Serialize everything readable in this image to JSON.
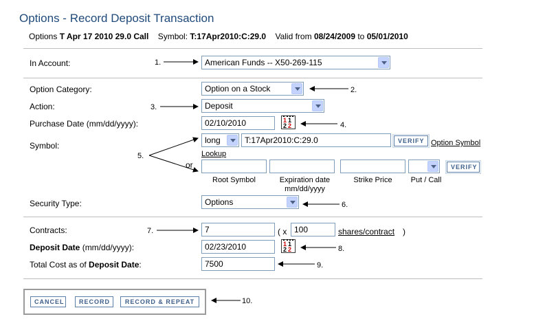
{
  "header": {
    "title": "Options - Record Deposit Transaction",
    "options_prefix": "Options",
    "option_name": "T Apr 17 2010 29.0 Call",
    "symbol_label": "Symbol:",
    "symbol_value": "T:17Apr2010:C:29.0",
    "valid_from_label": "Valid from",
    "valid_from": "08/24/2009",
    "to_label": "to",
    "valid_to": "05/01/2010"
  },
  "account": {
    "label": "In Account:",
    "value": "American Funds -- X50-269-115"
  },
  "option_category": {
    "label": "Option Category:",
    "value": "Option on a Stock"
  },
  "action": {
    "label": "Action:",
    "value": "Deposit"
  },
  "purchase_date": {
    "label": "Purchase Date (mm/dd/yyyy):",
    "value": "02/10/2010"
  },
  "symbol": {
    "label": "Symbol:",
    "position": "long",
    "value": "T:17Apr2010:C:29.0",
    "verify": "VERIFY",
    "lookup_link_1": "Option Symbol",
    "lookup_link_2": "Lookup",
    "or": "or",
    "root_symbol": "",
    "expiration": "",
    "strike": "",
    "put_call": "",
    "cap_root": "Root Symbol",
    "cap_exp_1": "Expiration date",
    "cap_exp_2": "mm/dd/yyyy",
    "cap_strike": "Strike Price",
    "cap_putcall": "Put / Call",
    "verify2": "VERIFY"
  },
  "security_type": {
    "label": "Security Type:",
    "value": "Options"
  },
  "contracts": {
    "label": "Contracts:",
    "value": "7",
    "x_open": "( x",
    "shares": "100",
    "shares_link": "shares/contract",
    "close": ")"
  },
  "deposit_date": {
    "label_bold": "Deposit Date",
    "label_rest": " (mm/dd/yyyy):",
    "value": "02/23/2010"
  },
  "total_cost": {
    "label_pre": "Total Cost as of ",
    "label_bold": "Deposit Date",
    "label_post": ":",
    "value": "7500"
  },
  "buttons": {
    "cancel": "CANCEL",
    "record": "RECORD",
    "record_repeat": "RECORD & REPEAT"
  },
  "annotations": {
    "a1": "1.",
    "a2": "2.",
    "a3": "3.",
    "a4": "4.",
    "a5": "5.",
    "a6": "6.",
    "a7": "7.",
    "a8": "8.",
    "a9": "9.",
    "a10": "10."
  }
}
